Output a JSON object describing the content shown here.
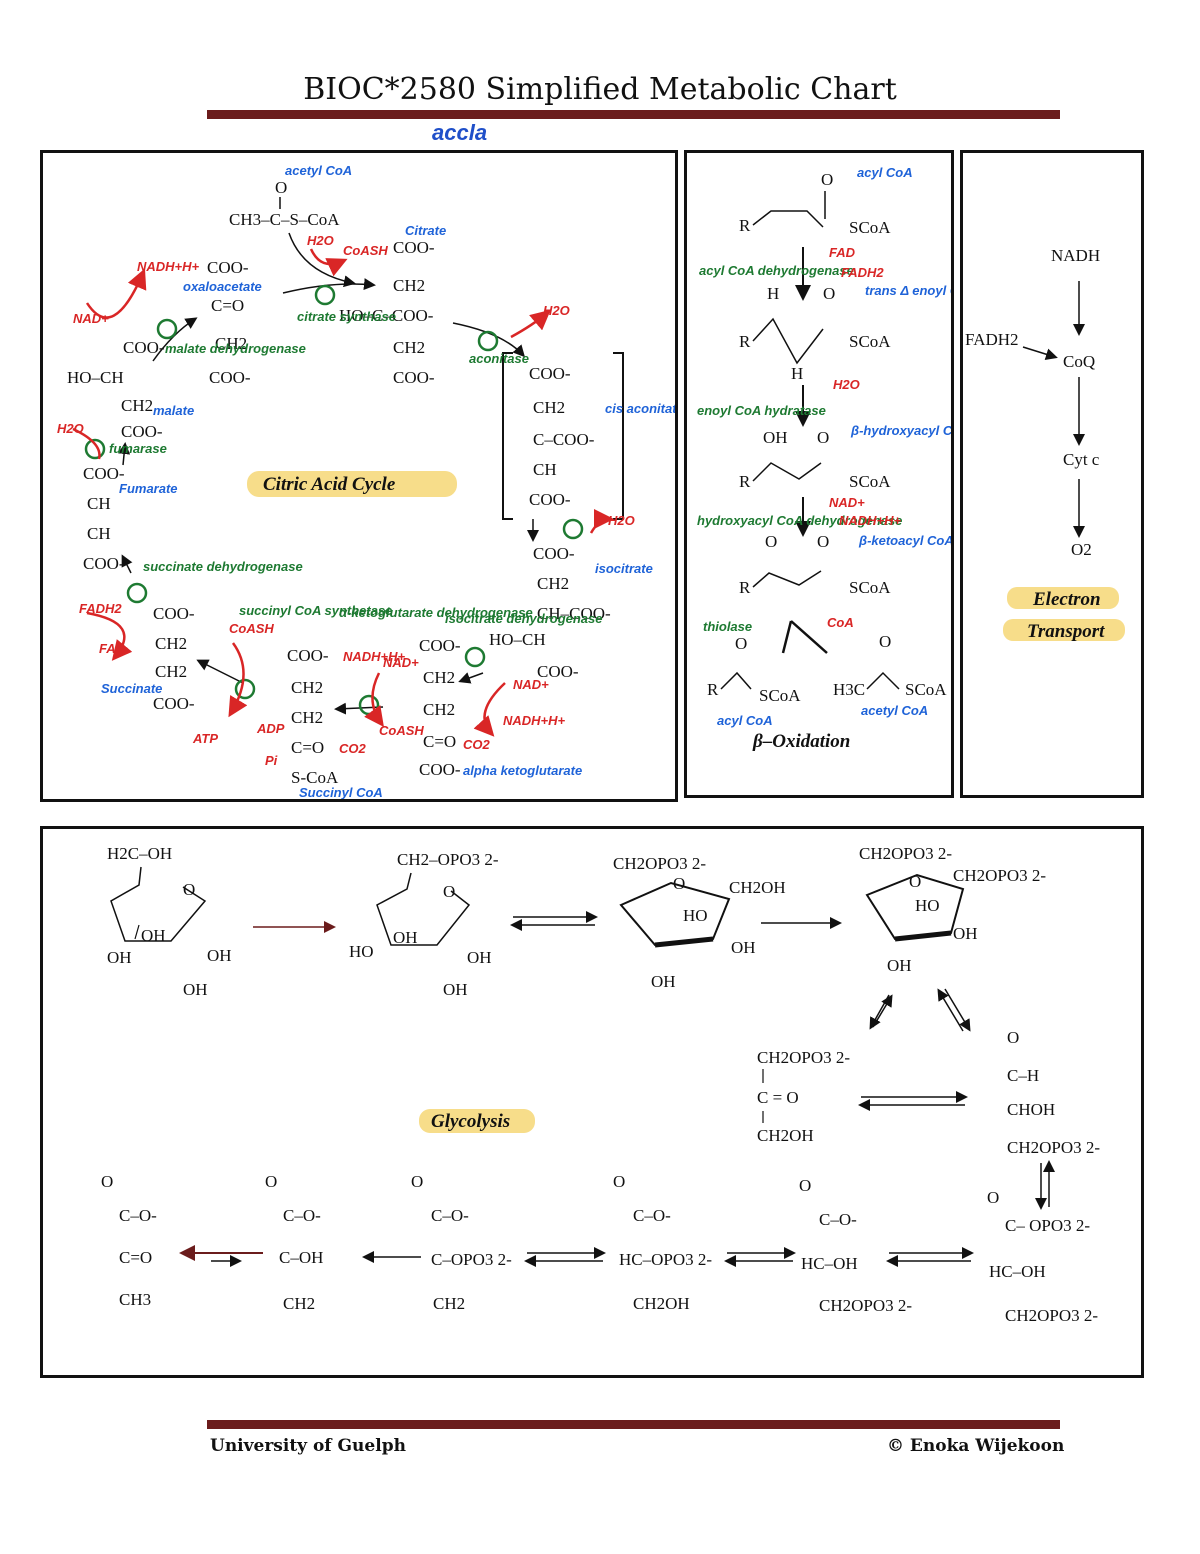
{
  "header": {
    "title": "BIOC*2580 Simplified Metabolic Chart",
    "handnote": "accla"
  },
  "colors": {
    "rule": "#6b1c1c",
    "enzyme_green": "#1e7a32",
    "cofactor_red": "#d92626",
    "name_blue": "#1f63d8",
    "highlight": "#f7dd8a"
  },
  "tca": {
    "label": "Citric Acid Cycle",
    "acetyl_coa": [
      "O",
      "CH3–C–S–CoA"
    ],
    "citrate": [
      "COO-",
      "CH2",
      "HO–C–COO-",
      "CH2",
      "COO-"
    ],
    "cis_aconitate": [
      "COO-",
      "CH2",
      "C–COO-",
      "CH",
      "COO-"
    ],
    "isocitrate": [
      "COO-",
      "CH2",
      "CH–COO-",
      "HO–CH",
      "COO-"
    ],
    "akg": [
      "COO-",
      "CH2",
      "CH2",
      "C=O",
      "COO-"
    ],
    "succinyl_coa": [
      "COO-",
      "CH2",
      "CH2",
      "C=O",
      "S-CoA"
    ],
    "succinate": [
      "COO-",
      "CH2",
      "CH2",
      "COO-"
    ],
    "fumarate": [
      "COO-",
      "CH",
      "CH",
      "COO-"
    ],
    "malate": [
      "COO-",
      "HO–CH",
      "CH2",
      "COO-"
    ],
    "oxaloacetate": [
      "COO-",
      "C=O",
      "CH2",
      "COO-"
    ],
    "notes": {
      "acetyl": "acetyl CoA",
      "citrate": "Citrate",
      "oxaloacetate": "oxaloacetate",
      "malate": "malate",
      "fumarate": "Fumarate",
      "succinate": "Succinate",
      "succinyl": "Succinyl CoA",
      "isocitrate": "isocitrate",
      "akg": "alpha ketoglutarate",
      "cis": "cis aconitate",
      "e1": "citrate synthase",
      "e2": "aconitase",
      "e3": "isocitrate dehydrogenase",
      "e4": "α-ketoglutarate dehydrogenase",
      "e5": "succinyl CoA synthetase",
      "e6": "succinate dehydrogenase",
      "e7": "fumarase",
      "e8": "malate dehydrogenase",
      "h2o": "H2O",
      "coash": "CoASH",
      "nad": "NAD+",
      "nadh": "NADH+H+",
      "co2": "CO2",
      "fad": "FAD",
      "fadh": "FADH2",
      "atp": "ATP",
      "adp": "ADP",
      "pi": "Pi"
    }
  },
  "beta": {
    "label": "β–Oxidation",
    "s1": "acyl CoA",
    "s2": "trans Δ enoyl CoA",
    "s3": "β-hydroxyacyl CoA",
    "s4": "β-ketoacyl CoA",
    "p1": "acyl CoA",
    "p2": "acetyl CoA",
    "e1": "acyl CoA dehydrogenase",
    "e2": "enoyl CoA hydratase",
    "e3": "hydroxyacyl CoA dehydrogenase",
    "e4": "thiolase",
    "c1": "FAD",
    "c2": "FADH2",
    "c3": "H2O",
    "c4": "NAD+",
    "c5": "NADH+H+",
    "c6": "CoA",
    "sconA": "SCoA",
    "R": "R",
    "H": "H",
    "OH": "OH",
    "O": "O",
    "H3C": "H3C"
  },
  "etc": {
    "label_1": "Electron",
    "label_2": "Transport",
    "nadh": "NADH",
    "fadh2": "FADH2",
    "coq": "CoQ",
    "cytc": "Cyt c",
    "o2": "O2"
  },
  "glycolysis": {
    "label": "Glycolysis",
    "glucose_top": "H2C–OH",
    "g6p_top": "CH2–OPO3 2-",
    "f6p_left": "CH2OPO3 2-",
    "f6p_right": "CH2OH",
    "f16bp_left": "CH2OPO3 2-",
    "f16bp_right": "CH2OPO3 2-",
    "dhap": [
      "CH2OPO3 2-",
      "C = O",
      "CH2OH"
    ],
    "gap": [
      "O",
      "C–H",
      "CHOH",
      "CH2OPO3 2-"
    ],
    "bpg13": [
      "O",
      "C– OPO3 2-",
      "HC–OH",
      "CH2OPO3 2-"
    ],
    "pg3": [
      "O",
      "C–O-",
      "HC–OH",
      "CH2OPO3 2-"
    ],
    "pg2": [
      "O",
      "C–O-",
      "HC–OPO3 2-",
      "CH2OH"
    ],
    "pep": [
      "O",
      "C–O-",
      "C–OPO3 2-",
      "CH2"
    ],
    "enolpyr": [
      "O",
      "C–O-",
      "C–OH",
      "CH2"
    ],
    "pyruvate": [
      "O",
      "C–O-",
      "C=O",
      "CH3"
    ],
    "ring_O": "O",
    "OH": "OH",
    "HO": "HO"
  },
  "footer": {
    "left": "University of Guelph",
    "right": "© Enoka Wijekoon"
  }
}
